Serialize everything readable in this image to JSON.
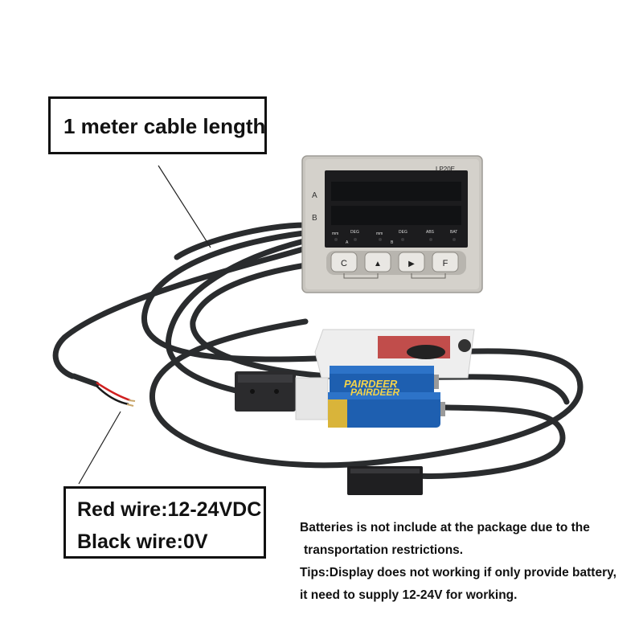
{
  "cable_label": "1 meter cable length",
  "wire_label": {
    "line1": "Red wire:12-24VDC",
    "line2": "Black wire:0V"
  },
  "notes": [
    "Batteries is not include at the package due to the",
    "transportation restrictions.",
    "Tips:Display does not working if only provide battery,",
    "it need to supply 12-24V for working."
  ],
  "device": {
    "model": "LP20E",
    "row_a": "A",
    "row_b": "B",
    "indicators": [
      "mm",
      "DEG",
      "mm",
      "DEG",
      "ABS",
      "BAT"
    ],
    "group_a": "A",
    "group_b": "B",
    "buttons": [
      "C",
      "▲",
      "▶",
      "F"
    ]
  },
  "battery_brand": "PAIRDEER",
  "colors": {
    "cable": "#2a2c2e",
    "display_face": "#1c1c1e",
    "housing": "#c9c6c0",
    "battery_blue": "#1e5fb0",
    "battery_gold": "#d9b43a"
  }
}
